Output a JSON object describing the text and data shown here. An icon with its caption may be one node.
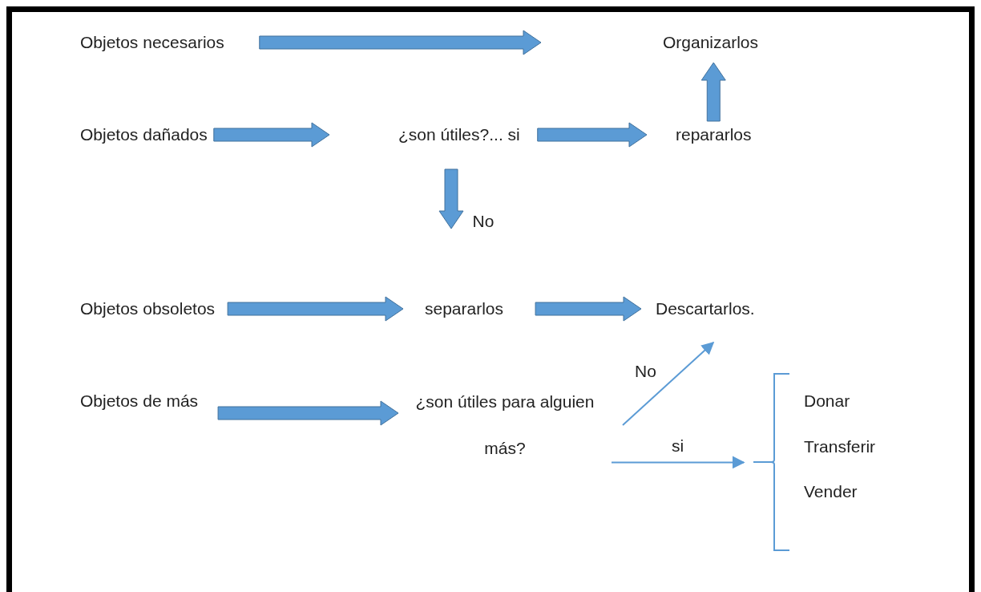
{
  "diagram": {
    "nodes": [
      {
        "text": [
          "Objetos necesarios"
        ]
      },
      {
        "text": [
          "Organizarlos"
        ]
      },
      {
        "text": [
          "Objetos dañados"
        ]
      },
      {
        "text": [
          "¿son útiles?... si"
        ]
      },
      {
        "text": [
          "repararlos"
        ]
      },
      {
        "text": [
          "Objetos obsoletos"
        ]
      },
      {
        "text": [
          "separarlos"
        ]
      },
      {
        "text": [
          "Descartarlos."
        ]
      },
      {
        "text": [
          "Objetos de más"
        ]
      },
      {
        "text": [
          "¿son útiles para alguien más?"
        ]
      },
      {
        "text": [],
        "shape": "bracket"
      },
      {
        "text": [
          "Donar"
        ],
        "in": 10
      },
      {
        "text": [
          "Transferir"
        ],
        "in": 10
      },
      {
        "text": [
          "Vender"
        ],
        "in": 10
      }
    ],
    "edges": [
      {
        "from": 0,
        "to": 1,
        "arrow": "to",
        "style": "thick"
      },
      {
        "from": 2,
        "to": 3,
        "arrow": "to",
        "style": "thick"
      },
      {
        "from": 3,
        "to": 4,
        "arrow": "to",
        "style": "thick"
      },
      {
        "from": 4,
        "to": 1,
        "arrow": "to",
        "style": "thick"
      },
      {
        "from": 3,
        "to": null,
        "arrow": "to",
        "label": "No",
        "style": "thick"
      },
      {
        "from": 5,
        "to": 6,
        "arrow": "to",
        "style": "thick"
      },
      {
        "from": 6,
        "to": 7,
        "arrow": "to",
        "style": "thick"
      },
      {
        "from": 8,
        "to": 9,
        "arrow": "to",
        "style": "thick"
      },
      {
        "from": 9,
        "to": 7,
        "arrow": "to",
        "label": "No"
      },
      {
        "from": 9,
        "to": 10,
        "arrow": "to",
        "label": "si"
      }
    ]
  }
}
